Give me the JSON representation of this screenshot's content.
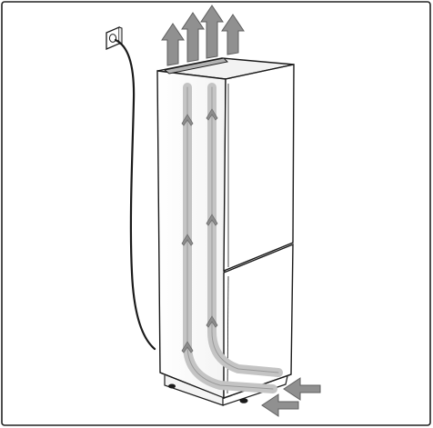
{
  "figure": {
    "subject": "fridge-freezer-airflow",
    "icons": [
      "wall-socket-icon",
      "power-cable",
      "fridge-freezer",
      "air-intake-arrow-icon",
      "air-exhaust-arrow-icon",
      "air-flow-path"
    ]
  },
  "colors": {
    "outline": "#1a1a1a",
    "frame": "#222222",
    "arrow_fill": "#909090",
    "arrow_edge": "#6f6f6f",
    "flow_path": "#c4c4c4",
    "shade": "#e6e6e6",
    "background": "#ffffff"
  }
}
